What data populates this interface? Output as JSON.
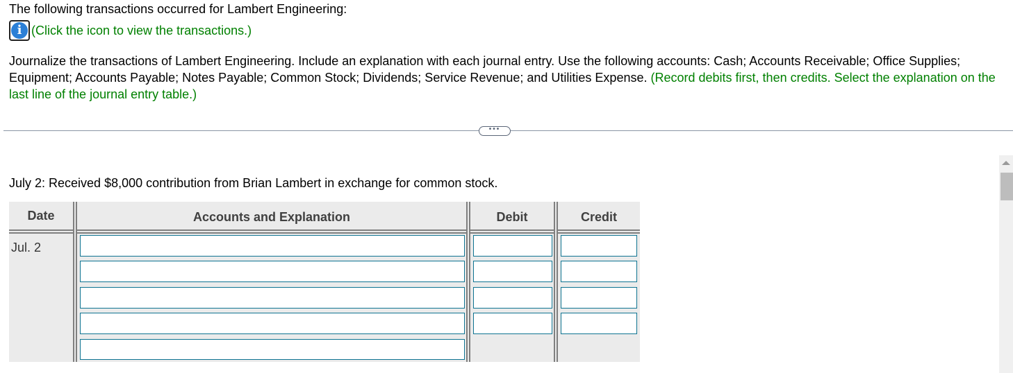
{
  "intro": {
    "line1": "The following transactions occurred for Lambert Engineering:",
    "info_icon": "info-icon",
    "info_link_text": "(Click the icon to view the transactions.)"
  },
  "instructions": {
    "main": "Journalize the transactions of Lambert Engineering. Include an explanation with each journal entry. Use the following accounts: Cash; Accounts Receivable; Office Supplies; Equipment; Accounts Payable; Notes Payable; Common Stock; Dividends; Service Revenue; and Utilities Expense.",
    "hint": "(Record debits first, then credits. Select the explanation on the last line of the journal entry table.)"
  },
  "expand_button": {
    "label": "•••",
    "icon": "ellipsis-icon"
  },
  "question": {
    "text": "July 2: Received $8,000 contribution from Brian Lambert in exchange for common stock."
  },
  "journal_table": {
    "headers": {
      "date": "Date",
      "accounts": "Accounts and Explanation",
      "debit": "Debit",
      "credit": "Credit"
    },
    "date_value": "Jul. 2",
    "rows": [
      {
        "account": "",
        "debit": "",
        "credit": ""
      },
      {
        "account": "",
        "debit": "",
        "credit": ""
      },
      {
        "account": "",
        "debit": "",
        "credit": ""
      },
      {
        "account": "",
        "debit": "",
        "credit": ""
      },
      {
        "explanation": ""
      }
    ]
  },
  "colors": {
    "green_hint": "#008000",
    "input_border": "#0d7391",
    "table_bg": "#ebebeb",
    "separator": "#7f7f7f",
    "info_blue": "#2b7fd6"
  }
}
